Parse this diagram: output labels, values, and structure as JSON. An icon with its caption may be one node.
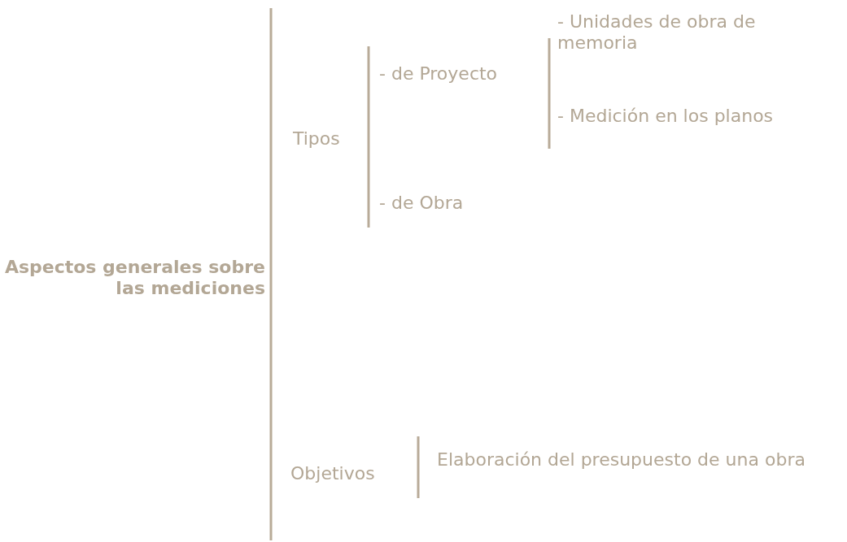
{
  "diagram": {
    "labels": [
      "Aspectos generales sobre las mediciones",
      "Tipos",
      "- de Proyecto",
      "- Unidades de obra de memoria",
      "- Medición en los planos",
      "- de Obra",
      "Objetivos",
      "Elaboración del presupuesto de una obra"
    ]
  }
}
